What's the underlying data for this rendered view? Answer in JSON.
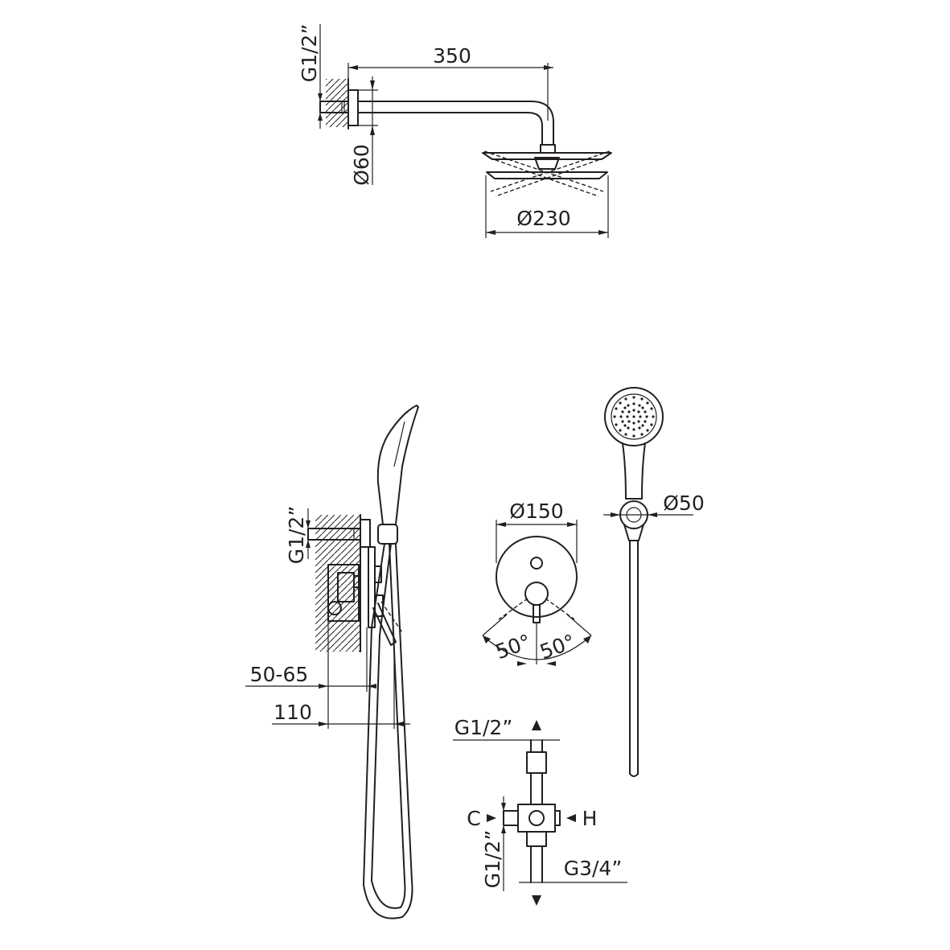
{
  "labels": {
    "arm_length": "350",
    "wall_thread_top": "G1/2”",
    "flange_diameter": "Ø60",
    "head_diameter": "Ø230",
    "wall_thread_side": "G1/2”",
    "plate_diameter": "Ø150",
    "handshower_diameter": "Ø50",
    "angle_left": "50°",
    "angle_right": "50°",
    "depth_range": "50-65",
    "depth_total": "110",
    "outlet_top_thread": "G1/2”",
    "inlet_cold": "C",
    "inlet_hot": "H",
    "outlet_bottom_thread": "G1/2”",
    "inlet_thread": "G3/4”"
  },
  "colors": {
    "line": "#231f20",
    "background": "#ffffff"
  }
}
